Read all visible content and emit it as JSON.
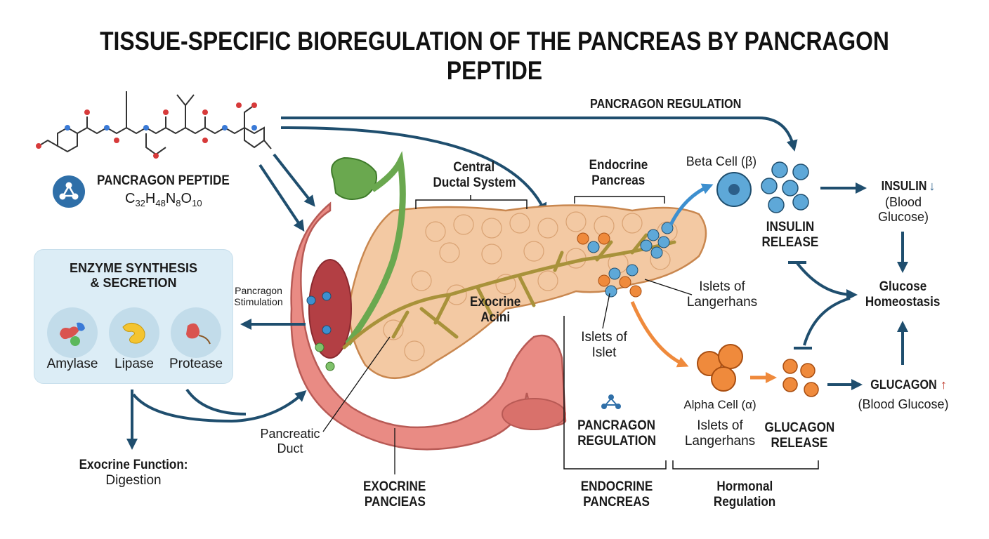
{
  "title": "TISSUE-SPECIFIC BIOREGULATION OF THE PANCREAS BY PANCRAGON PEPTIDE",
  "peptide": {
    "name": "PANCRAGON PEPTIDE",
    "formula_c": "C",
    "formula_c_sub": "32",
    "formula_h": "H",
    "formula_h_sub": "48",
    "formula_n": "N",
    "formula_n_sub": "8",
    "formula_o": "O",
    "formula_o_sub": "10",
    "icon": "molecule-icon"
  },
  "enzymes": {
    "heading_line1": "ENZYME SYNTHESIS",
    "heading_line2": "& SECRETION",
    "items": [
      "Amylase",
      "Lipase",
      "Protease"
    ]
  },
  "labels": {
    "pancragon_regulation_top": "PANCRAGON REGULATION",
    "central_ductal_1": "Central",
    "central_ductal_2": "Ductal System",
    "endocrine_top_1": "Endocrine",
    "endocrine_top_2": "Pancreas",
    "beta_cell": "Beta Cell (β)",
    "insulin": "INSULIN",
    "insulin_sub_1": "(Blood",
    "insulin_sub_2": "Glucose)",
    "insulin_release_1": "INSULIN",
    "insulin_release_2": "RELEASE",
    "glucose_homeo_1": "Glucose",
    "glucose_homeo_2": "Homeostasis",
    "islets_langerhans_1": "Islets of",
    "islets_langerhans_2": "Langerhans",
    "pancragon_stim_1": "Pancragon",
    "pancragon_stim_2": "Stimulation",
    "exocrine_acini_1": "Exocrine",
    "exocrine_acini_2": "Acini",
    "islets_islet_1": "Islets of",
    "islets_islet_2": "Islet",
    "alpha_cell": "Alpha Cell (α)",
    "islets_langerhans_b_1": "Islets of",
    "islets_langerhans_b_2": "Langerhans",
    "glucagon": "GLUCAGON",
    "glucagon_sub": "(Blood Glucose)",
    "glucagon_release_1": "GLUCAGON",
    "glucagon_release_2": "RELEASE",
    "pancragon_reg_bottom_1": "PANCRAGON",
    "pancragon_reg_bottom_2": "REGULATION",
    "pancreatic_duct_1": "Pancreatic",
    "pancreatic_duct_2": "Duct",
    "exocrine_function_1": "Exocrine Function:",
    "exocrine_function_2": "Digestion",
    "exocrine_pancreas_1": "EXOCRINE",
    "exocrine_pancreas_2": "PANCIEAS",
    "endocrine_bottom_1": "ENDOCRINE",
    "endocrine_bottom_2": "PANCREAS",
    "hormonal_1": "Hormonal",
    "hormonal_2": "Regulation"
  },
  "arrows": {
    "insulin_direction": "↓",
    "glucagon_direction": "↑"
  },
  "colors": {
    "arrow_navy": "#1f4e6e",
    "pancreas_tan": "#f3c9a3",
    "duodenum_pink": "#e98b84",
    "beta_cell_blue": "#5ea8d8",
    "alpha_cell_orange": "#ef8a3c",
    "gallbladder_green": "#6aa84f",
    "insulin_arrow": "#2c5f8a",
    "glucagon_arrow": "#c0392b"
  }
}
